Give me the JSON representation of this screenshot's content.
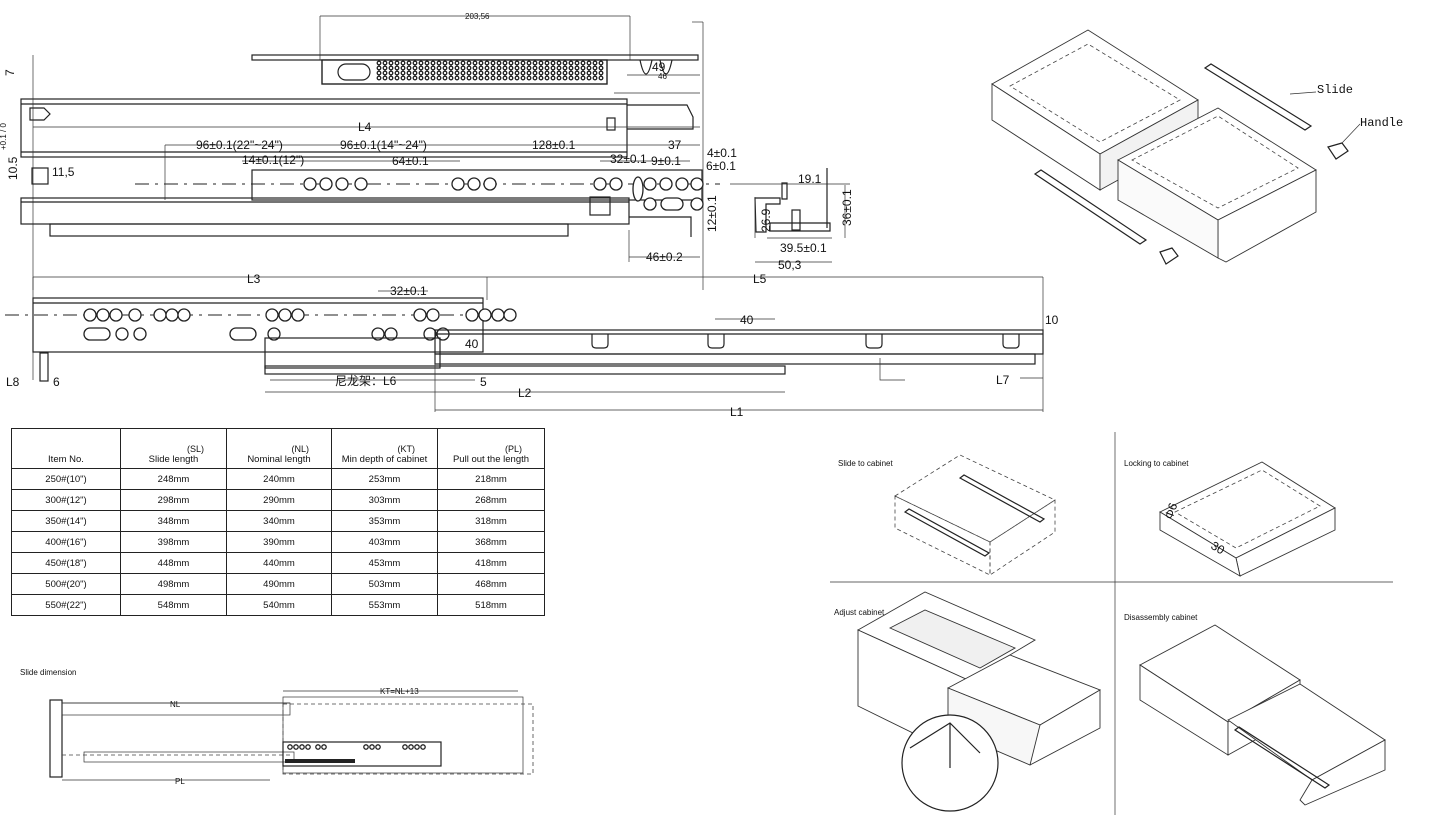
{
  "top_view": {
    "overall": "203,56",
    "d49": "49",
    "d46_small": "46",
    "d7": "7",
    "L4": "L4",
    "d96_22_24": "96±0.1(22\"~24\")",
    "d96_14_24": "96±0.1(14\"~24\")",
    "d128": "128±0.1",
    "d37": "37",
    "d4": "4±0.1",
    "d14_12": "14±0.1(12\")",
    "d64": "64±0.1",
    "d32": "32±0.1",
    "d9": "9±0.1",
    "d6": "6±0.1",
    "d10_5": "10.5",
    "d10_5_tol": "+0.1 / 0",
    "d11_5": "11,5",
    "d12": "12±0.1",
    "d46": "46±0.2"
  },
  "profile": {
    "d19_1": "19.1",
    "d26_9": "26.9",
    "d36": "36±0.1",
    "d39_5": "39.5±0.1",
    "d50_3": "50,3"
  },
  "extended_view": {
    "L3": "L3",
    "L5": "L5",
    "d32": "32±0.1",
    "d40_a": "40",
    "d10": "10",
    "d40_b": "40",
    "L8": "L8",
    "d6": "6",
    "L6": "尼龙架：L6",
    "d5": "5",
    "L2": "L2",
    "L7": "L7",
    "L1": "L1"
  },
  "exploded": {
    "slide_label": "Slide",
    "handle_label": "Handle"
  },
  "spec_table": {
    "headers": [
      {
        "code": "",
        "label": "Item No."
      },
      {
        "code": "(SL)",
        "label": "Slide length"
      },
      {
        "code": "(NL)",
        "label": "Nominal length"
      },
      {
        "code": "(KT)",
        "label": "Min depth of cabinet"
      },
      {
        "code": "(PL)",
        "label": "Pull out the length"
      }
    ],
    "rows": [
      [
        "250#(10\")",
        "248mm",
        "240mm",
        "253mm",
        "218mm"
      ],
      [
        "300#(12\")",
        "298mm",
        "290mm",
        "303mm",
        "268mm"
      ],
      [
        "350#(14\")",
        "348mm",
        "340mm",
        "353mm",
        "318mm"
      ],
      [
        "400#(16\")",
        "398mm",
        "390mm",
        "403mm",
        "368mm"
      ],
      [
        "450#(18\")",
        "448mm",
        "440mm",
        "453mm",
        "418mm"
      ],
      [
        "500#(20\")",
        "498mm",
        "490mm",
        "503mm",
        "468mm"
      ],
      [
        "550#(22\")",
        "548mm",
        "540mm",
        "553mm",
        "518mm"
      ]
    ]
  },
  "slide_dimension": {
    "title": "Slide dimension",
    "NL": "NL",
    "KT": "KT=NL+13",
    "PL": "PL"
  },
  "install_steps": {
    "slide_to_cabinet": "Slide to cabinet",
    "locking_to_cabinet": "Locking to cabinet",
    "adjust_cabinet": "Adjust cabinet",
    "disassembly_cabinet": "Disassembly cabinet",
    "phi6": "Φ6",
    "d30": "30"
  }
}
